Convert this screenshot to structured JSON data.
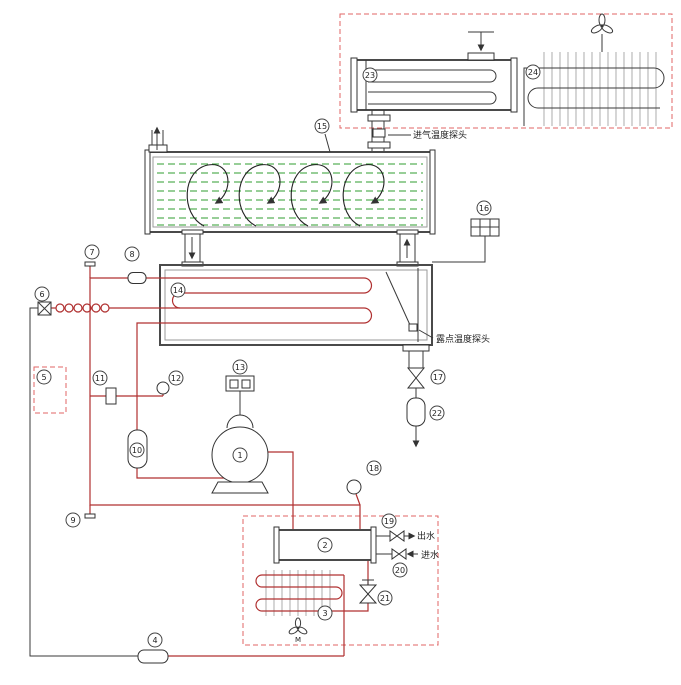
{
  "theme": {
    "refrigerant-line": "#b03030",
    "air-line": "#3a3a3a",
    "enclosure-dash": "#e06666",
    "flow-green": "#2f9e2f"
  },
  "markers": [
    "1",
    "2",
    "3",
    "4",
    "5",
    "6",
    "7",
    "8",
    "9",
    "10",
    "11",
    "12",
    "13",
    "14",
    "15",
    "16",
    "17",
    "18",
    "19",
    "20",
    "21",
    "22",
    "23",
    "24"
  ],
  "annotations": {
    "inlet_temp_probe": "进气温度探头",
    "dew_point_probe": "露点温度探头",
    "water_out": "出水",
    "water_in": "进水",
    "fan_motor": "M"
  }
}
